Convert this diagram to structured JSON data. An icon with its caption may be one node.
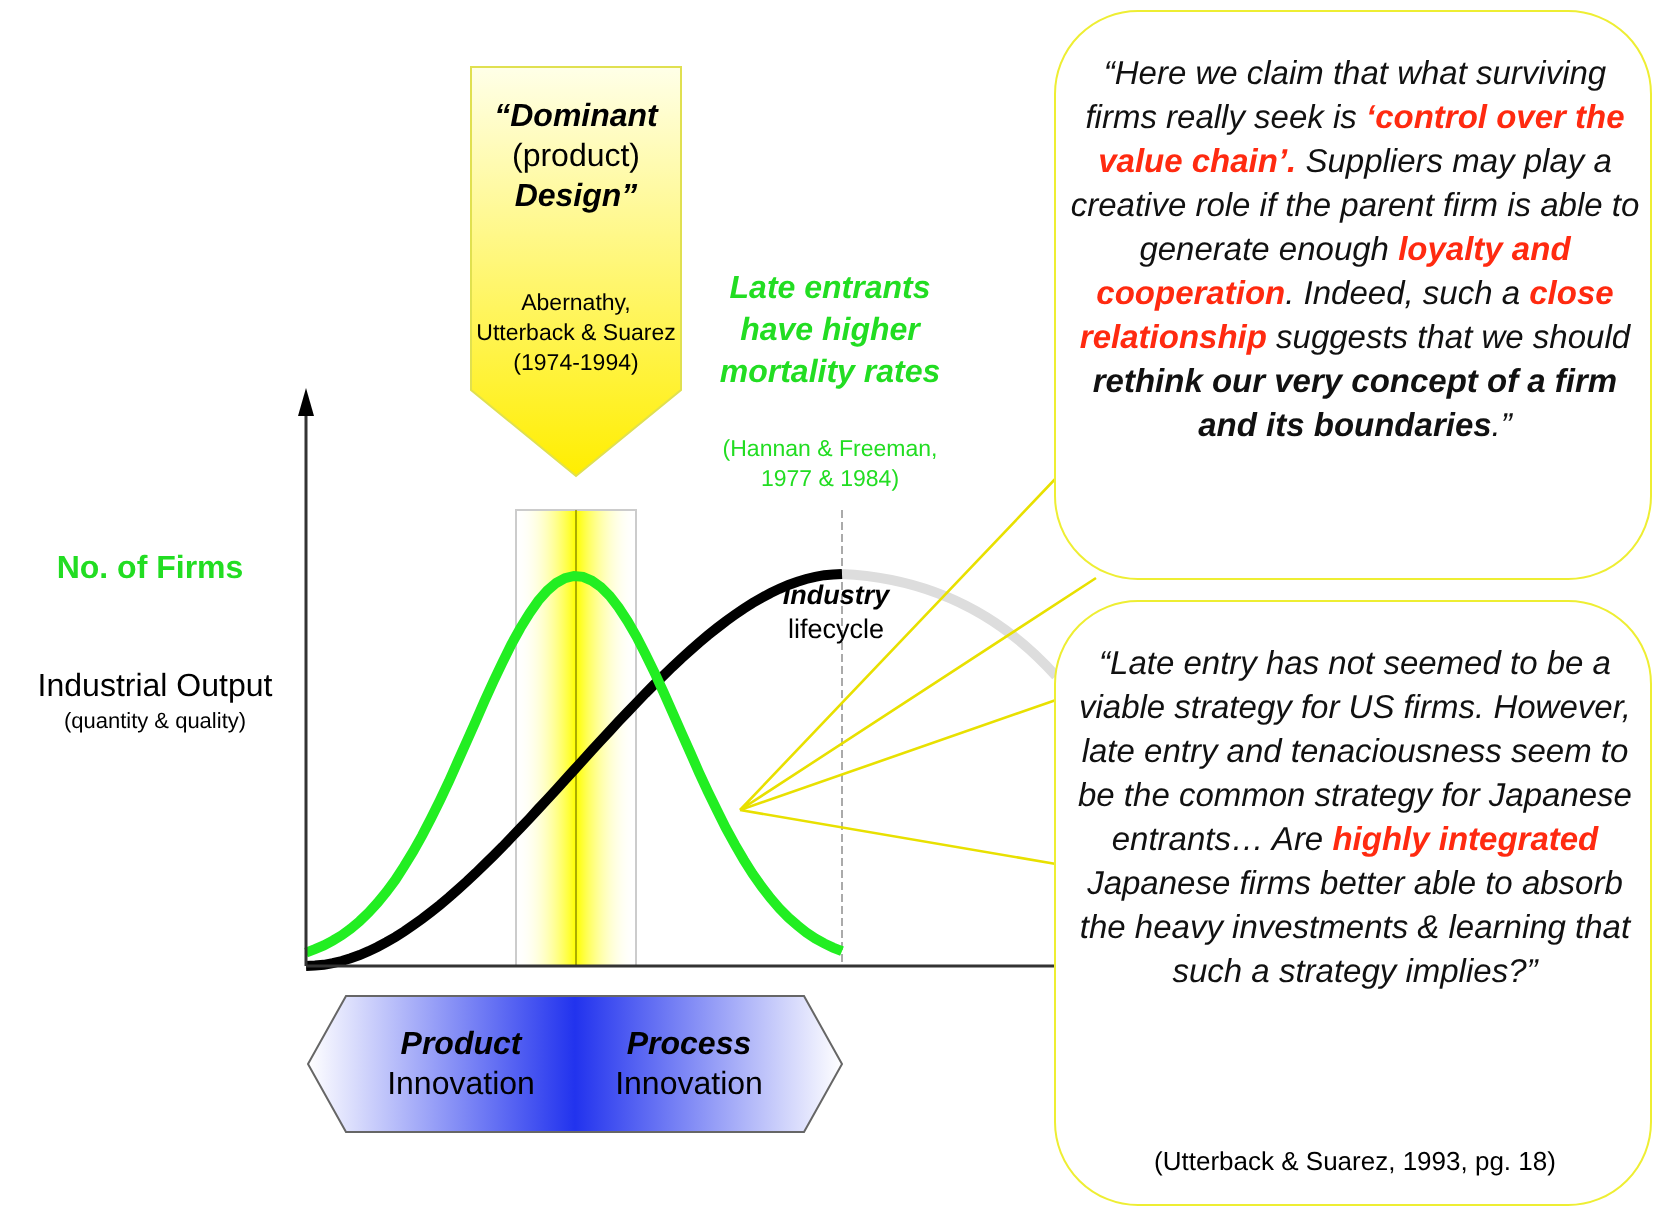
{
  "diagram": {
    "nodes": [
      {
        "text": [
          "**“Dominant** (product) **Design”**",
          "Abernathy, Utterback & Suarez (1974-1994)"
        ]
      },
      {
        "text": [
          "“Here we claim that what surviving firms really seek is **‘control over the value chain’.** Suppliers may play a creative role if the parent firm is able to generate enough **loyalty and cooperation**. Indeed, such a **close relationship** suggests that we should **rethink our very concept of a firm and its boundaries**.”"
        ]
      },
      {
        "text": [
          "“Late entry has not seemed to be a viable strategy for US firms. However, late entry and tenaciousness seem to be the common strategy for Japanese entrants… Are **highly integrated** Japanese firms better able to absorb the heavy investments & learning that such a strategy implies?”",
          "(Utterback & Suarez, 1993, pg. 18)"
        ]
      },
      {
        "text": [
          "**Product** Innovation",
          "**Process** Innovation"
        ]
      }
    ],
    "edges": [
      {
        "from": 1,
        "to": null,
        "arrow": "none"
      },
      {
        "from": 2,
        "to": null,
        "arrow": "none"
      }
    ],
    "labels": [
      "Late entrants have higher mortality rates",
      "(Hannan & Freeman, 1977 & 1984)",
      "No. of Firms",
      "**Industry** lifecycle",
      "Industrial Output",
      "(quantity & quality)"
    ]
  }
}
